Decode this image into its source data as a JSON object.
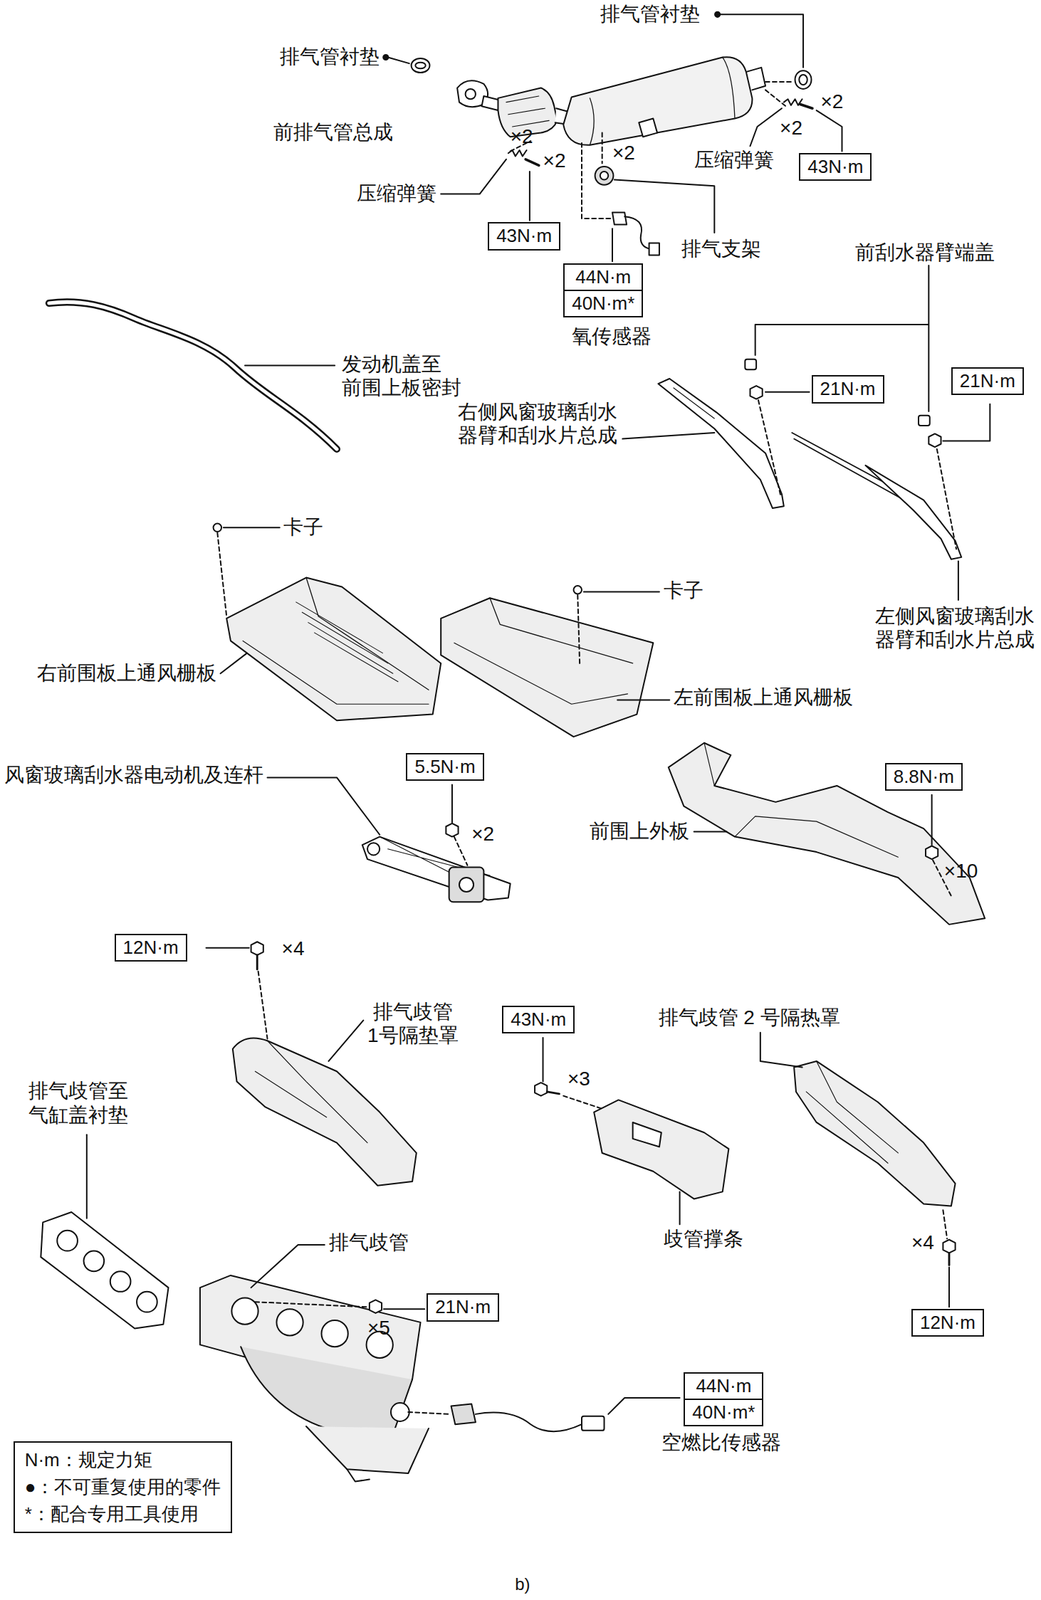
{
  "diagram": {
    "caption": "b)",
    "nodes": [
      {
        "text": [
          "43N·m"
        ]
      },
      {
        "text": [
          "43N·m"
        ]
      },
      {
        "text": [
          "44N·m",
          "40N·m*"
        ]
      },
      {
        "text": [
          "21N·m"
        ]
      },
      {
        "text": [
          "21N·m"
        ]
      },
      {
        "text": [
          "5.5N·m"
        ]
      },
      {
        "text": [
          "8.8N·m"
        ]
      },
      {
        "text": [
          "12N·m"
        ]
      },
      {
        "text": [
          "43N·m"
        ]
      },
      {
        "text": [
          "21N·m"
        ]
      },
      {
        "text": [
          "12N·m"
        ]
      },
      {
        "text": [
          "44N·m",
          "40N·m*"
        ]
      }
    ],
    "labels": [
      "排气管衬垫",
      "排气管衬垫",
      "前排气管总成",
      "×2",
      "×2",
      "压缩弹簧",
      "×2",
      "×2",
      "×2",
      "压缩弹簧",
      "排气支架",
      "氧传感器",
      "前刮水器臂端盖",
      "发动机盖至 前围上板密封",
      "右侧风窗玻璃刮水 器臂和刮水片总成",
      "左侧风窗玻璃刮水 器臂和刮水片总成",
      "卡子",
      "卡子",
      "右前围板上通风栅板",
      "左前围板上通风栅板",
      "风窗玻璃刮水器电动机及连杆",
      "×2",
      "前围上外板",
      "×10",
      "×4",
      "排气歧管 1号隔垫罩",
      "×3",
      "排气歧管 2 号隔热罩",
      "×4",
      "排气歧管至 气缸盖衬垫",
      "歧管撑条",
      "排气歧管",
      "×5",
      "空燃比传感器"
    ],
    "legend": [
      {
        "text": "N·m：规定力矩"
      },
      {
        "text": "●：不可重复使用的零件"
      },
      {
        "text": "*：配合专用工具使用"
      }
    ]
  }
}
